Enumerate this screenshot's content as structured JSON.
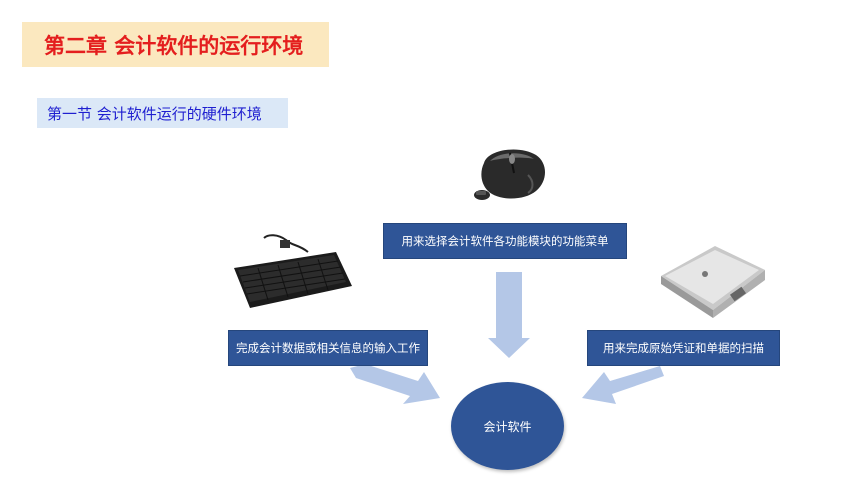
{
  "slide": {
    "chapter_title": "第二章 会计软件的运行环境",
    "section_title": "第一节  会计软件运行的硬件环境",
    "center_label": "会计软件",
    "devices": {
      "mouse": {
        "description": "用来选择会计软件各功能模块的功能菜单"
      },
      "keyboard": {
        "description": "完成会计数据或相关信息的输入工作"
      },
      "scanner": {
        "description": "用来完成原始凭证和单据的扫描"
      }
    }
  }
}
